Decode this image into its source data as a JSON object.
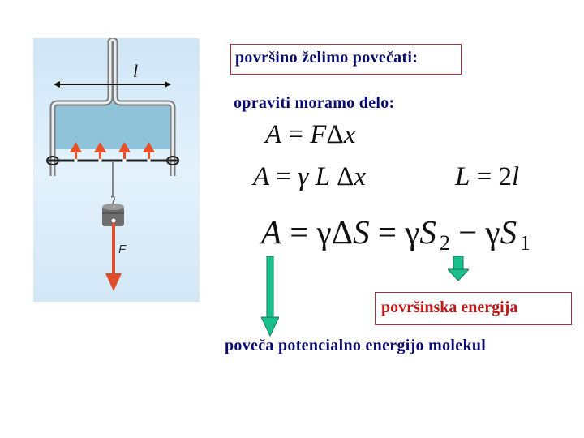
{
  "figure": {
    "length_label": "l",
    "force_label": "F",
    "colors": {
      "background": "#d6eaf8",
      "film": "#8fc3d9",
      "frame": "#888888",
      "force_arrow": "#e0502a",
      "surface_tension_arrows": "#e8502a"
    }
  },
  "header": {
    "title": "površino želimo povečati:",
    "subtitle": "opraviti moramo delo:"
  },
  "equations": {
    "eq1": "A = FΔx",
    "eq2": "A = γ L Δx",
    "eq3": "L = 2l",
    "eq4": "A = γΔS = γS₂ − γS₁"
  },
  "annotations": {
    "surface_energy": "površinska energija",
    "potential_energy": "poveča potencialno energijo molekul"
  },
  "colors": {
    "text_navy": "#0b0b6e",
    "text_red": "#c01818",
    "box_border": "#b0303a",
    "arrow_green": "#1abf8c"
  }
}
